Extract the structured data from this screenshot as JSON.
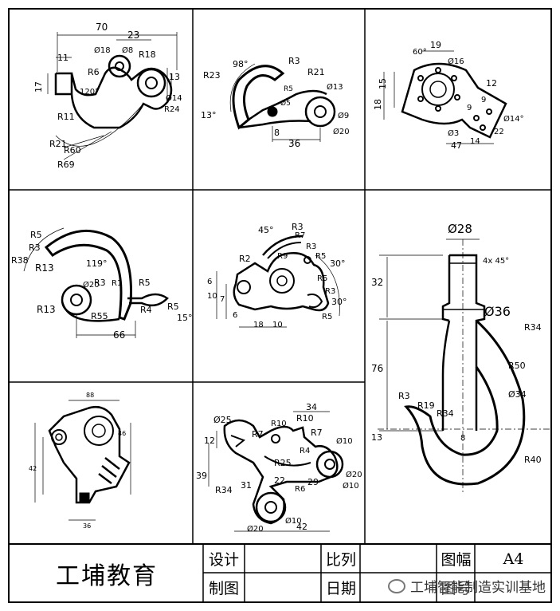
{
  "company": "工埔教育",
  "title_block": {
    "design_label": "设计",
    "draw_label": "制图",
    "scale_label": "比列",
    "date_label": "日期",
    "format_label": "图幅",
    "format_value": "A4",
    "sheet_label": "图号"
  },
  "watermark": "工埔智能制造实训基地",
  "panels": {
    "p1": {
      "dims": [
        "70",
        "23",
        "11",
        "17",
        "R18",
        "Ø18",
        "Ø8",
        "R6",
        "120°",
        "13",
        "Ø14",
        "R24",
        "R11",
        "R21",
        "R60",
        "R69"
      ]
    },
    "p2": {
      "dims": [
        "98°",
        "R23",
        "R3",
        "R21",
        "13°",
        "R5",
        "Ø5",
        "Ø13",
        "Ø9",
        "Ø20",
        "36",
        "8"
      ]
    },
    "p3": {
      "dims": [
        "60°",
        "19",
        "Ø16",
        "15",
        "18",
        "12",
        "9",
        "Ø14°",
        "9",
        "Ø3",
        "47",
        "14",
        "22"
      ]
    },
    "p4": {
      "dims": [
        "R5",
        "R3",
        "R38",
        "R13",
        "119°",
        "Ø20",
        "R3",
        "R1",
        "R5",
        "R13",
        "R55",
        "R4",
        "R5",
        "15°",
        "66"
      ]
    },
    "p5": {
      "dims": [
        "R3",
        "45°",
        "R7",
        "R3",
        "R2",
        "R5",
        "30°",
        "R9",
        "R5",
        "30°",
        "R3",
        "R5",
        "6",
        "10",
        "7",
        "6",
        "18",
        "10"
      ]
    },
    "p6": {
      "dims": [
        "Ø28",
        "4x 45°",
        "32",
        "Ø36",
        "R34",
        "76",
        "R50",
        "R3",
        "R19",
        "R34",
        "Ø34",
        "13",
        "8",
        "R40"
      ]
    },
    "p7": {
      "dims": [
        "88",
        "46",
        "42",
        "36"
      ]
    },
    "p8": {
      "dims": [
        "Ø25",
        "34",
        "R10",
        "12",
        "R7",
        "R10",
        "R7",
        "Ø10",
        "R4",
        "R25",
        "39",
        "R34",
        "31",
        "22",
        "29",
        "R6",
        "Ø10",
        "Ø20",
        "42",
        "Ø20",
        "Ø10"
      ]
    }
  }
}
